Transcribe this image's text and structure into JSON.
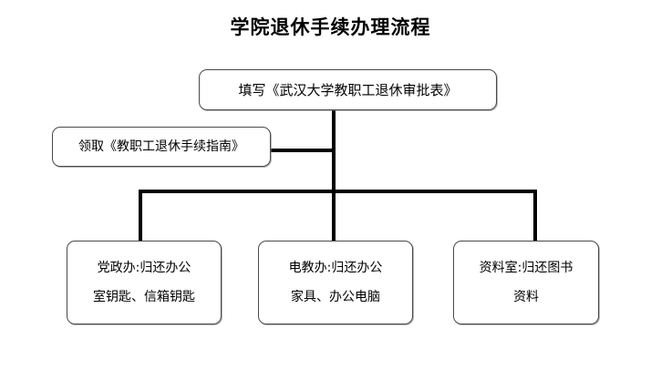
{
  "diagram": {
    "title": "学院退休手续办理流程",
    "type": "flowchart",
    "nodes": {
      "approval_form": {
        "label": "填写《武汉大学教职工退休审批表》",
        "lines": [
          "填写《武汉大学教职工退休审批表》"
        ]
      },
      "guide": {
        "label": "领取《教职工退休手续指南》",
        "lines": [
          "领取《教职工退休手续指南》"
        ]
      },
      "admin_office": {
        "label": "党政办:归还办公室钥匙、信箱钥匙",
        "lines": [
          "党政办:归还办公",
          "室钥匙、信箱钥匙"
        ]
      },
      "edu_tech_office": {
        "label": "电教办:归还办公家具、办公电脑",
        "lines": [
          "电教办:归还办公",
          "家具、办公电脑"
        ]
      },
      "archive_room": {
        "label": "资料室:归还图书资料",
        "lines": [
          "资料室:归还图书",
          "资料"
        ]
      }
    },
    "colors": {
      "background": "#ffffff",
      "text": "#000000",
      "box_border": "#4a4a4a",
      "connector": "#000000"
    }
  }
}
